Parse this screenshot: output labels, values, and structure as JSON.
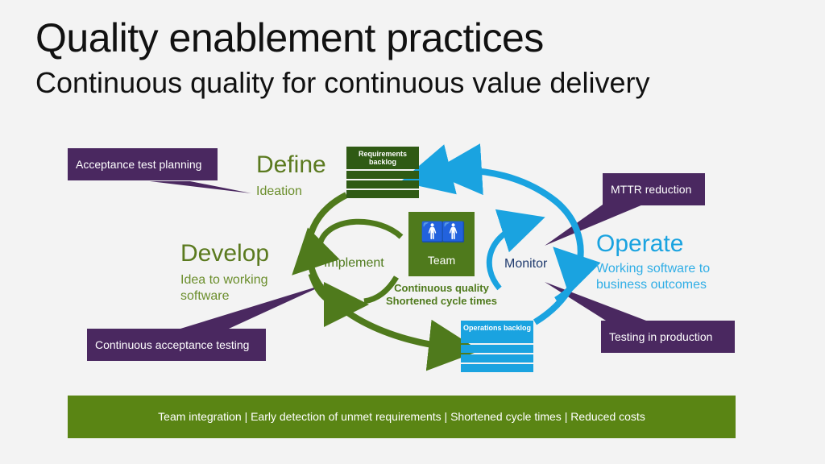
{
  "slide": {
    "title": "Quality enablement practices",
    "subtitle": "Continuous quality for continuous value delivery"
  },
  "colors": {
    "purple_callout": "#4a2860",
    "green_dark": "#4f7a1c",
    "green_bar": "#5a8514",
    "blue": "#1aa3e0",
    "background": "#f3f3f3"
  },
  "callouts": {
    "acceptance_test_planning": "Acceptance test planning",
    "mttr_reduction": "MTTR reduction",
    "continuous_acceptance_testing": "Continuous acceptance testing",
    "testing_in_production": "Testing in production"
  },
  "phases": {
    "define": {
      "title": "Define",
      "subtitle": "Ideation"
    },
    "develop": {
      "title": "Develop",
      "subtitle": "Idea to working software"
    },
    "operate": {
      "title": "Operate",
      "subtitle": "Working software to business outcomes"
    }
  },
  "cycle": {
    "implement_label": "Implement",
    "monitor_label": "Monitor",
    "team_label": "Team",
    "team_icon": "people-group-icon",
    "center_note_line1": "Continuous quality",
    "center_note_line2": "Shortened cycle times"
  },
  "backlogs": {
    "requirements": "Requirements backlog",
    "operations": "Operations backlog"
  },
  "bottom_bar": {
    "text": "Team integration | Early detection of unmet requirements | Shortened cycle times | Reduced costs"
  }
}
